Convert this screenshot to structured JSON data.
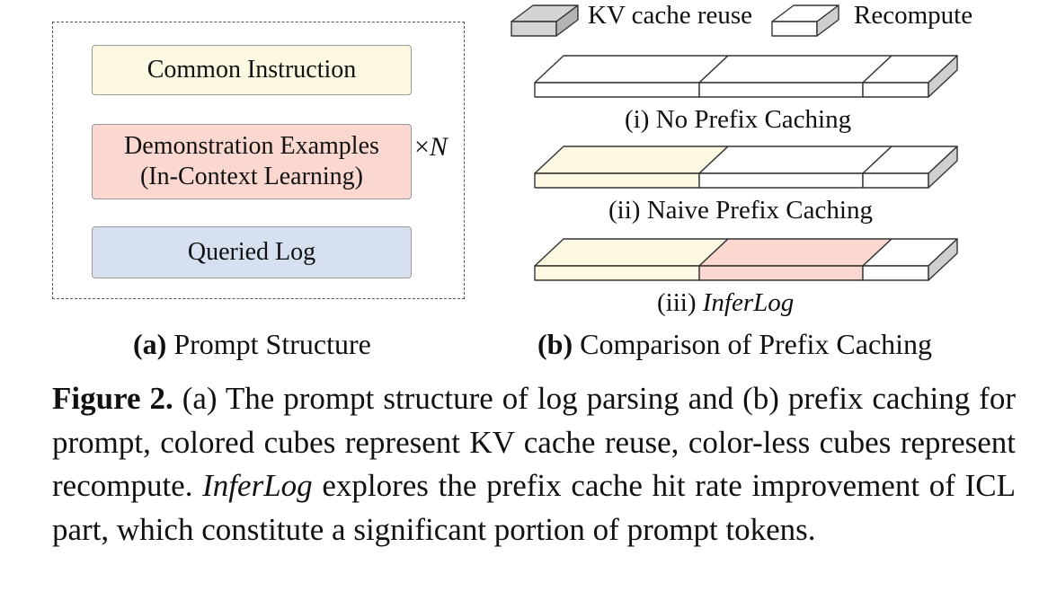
{
  "colors": {
    "common_instruction": "#fdf8e1",
    "demonstration_examples": "#fbd8cf",
    "queried_log": "#d7e0f1",
    "kv_cache_reuse_legend": "#d4d4d4",
    "cube_side": "#cfcfcf",
    "recompute": "#ffffff"
  },
  "panel_a": {
    "common_instruction": "Common Instruction",
    "demo_line1": "Demonstration Examples",
    "demo_line2": "(In-Context Learning)",
    "times": "×",
    "times_var": "N",
    "queried_log": "Queried Log",
    "caption_tag": "(a)",
    "caption_text": " Prompt Structure"
  },
  "panel_b": {
    "legend": {
      "kv_cache_reuse": "KV cache reuse",
      "recompute": "Recompute"
    },
    "bars": [
      {
        "label_prefix": "(i) ",
        "label": "No Prefix Caching",
        "segments": [
          "recompute",
          "recompute",
          "recompute"
        ]
      },
      {
        "label_prefix": "(ii) ",
        "label": "Naive Prefix Caching",
        "segments": [
          "common_instruction",
          "recompute",
          "recompute"
        ]
      },
      {
        "label_prefix": "(iii) ",
        "label": "InferLog",
        "segments": [
          "common_instruction",
          "demonstration_examples",
          "recompute"
        ]
      }
    ],
    "caption_tag": "(b)",
    "caption_text": " Comparison of Prefix Caching"
  },
  "figure_caption": {
    "tag": "Figure 2.",
    "text1": " (a) The prompt structure of log parsing and (b) prefix caching for prompt, colored cubes represent KV cache reuse, color-less cubes represent recompute. ",
    "emph": "InferLog",
    "text2": " explores the prefix cache hit rate improvement of ICL part, which constitute a significant portion of prompt tokens."
  }
}
